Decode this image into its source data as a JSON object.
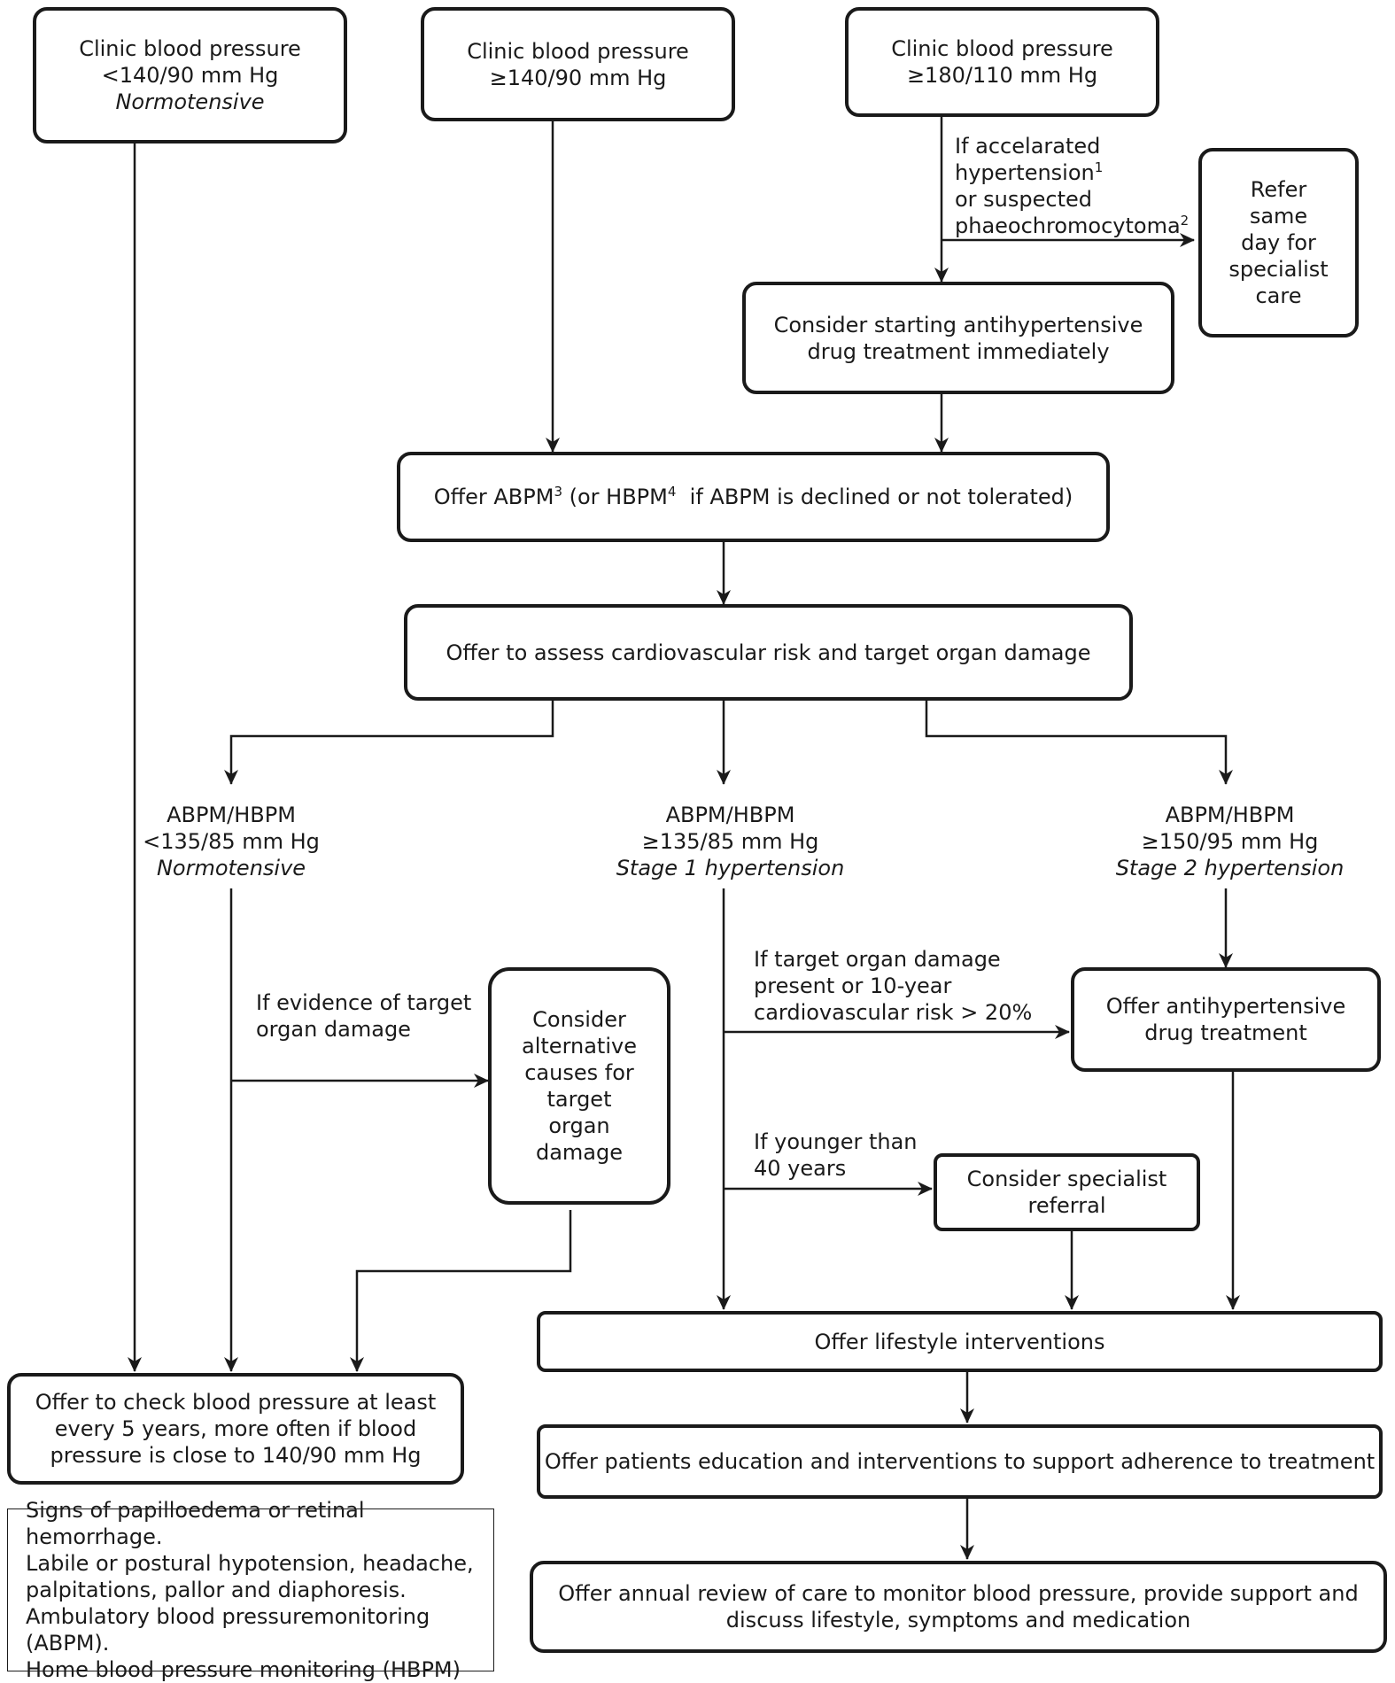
{
  "boxes": {
    "clinic_low": {
      "line1": "Clinic blood pressure",
      "line2": "<140/90 mm Hg",
      "line3": "Normotensive"
    },
    "clinic_mid": {
      "line1": "Clinic blood pressure",
      "line2": "≥140/90 mm Hg"
    },
    "clinic_high": {
      "line1": "Clinic blood pressure",
      "line2": "≥180/110 mm Hg"
    },
    "refer": {
      "lines": [
        "Refer",
        "same",
        "day for",
        "specialist",
        "care"
      ]
    },
    "consider_start": {
      "line1": "Consider starting antihypertensive",
      "line2": "drug treatment immediately"
    },
    "offer_abpm": {
      "part1": "Offer ABPM",
      "sup1": "3",
      "part2": " (or HBPM",
      "sup2": "4",
      "part3": "  if ABPM is declined or not tolerated)"
    },
    "assess_risk": {
      "text": "Offer to assess cardiovascular risk and target organ damage"
    },
    "alt_causes": {
      "lines": [
        "Consider",
        "alternative",
        "causes for",
        "target",
        "organ",
        "damage"
      ]
    },
    "offer_drug": {
      "line1": "Offer antihypertensive",
      "line2": "drug treatment"
    },
    "specialist": {
      "line1": "Consider specialist",
      "line2": "referral"
    },
    "lifestyle": {
      "text": "Offer lifestyle interventions"
    },
    "check_bp": {
      "line1": "Offer to check blood pressure at least",
      "line2": "every 5 years, more often if blood",
      "line3": "pressure is close to 140/90 mm Hg"
    },
    "education": {
      "text": "Offer patients education and interventions to support adherence to treatment"
    },
    "annual": {
      "line1": "Offer annual review of care to monitor blood pressure, provide support and",
      "line2": "discuss lifestyle, symptoms and medication"
    }
  },
  "labels": {
    "accelerated": {
      "line1": "If accelarated",
      "line2": "hypertension",
      "sup2": "1",
      "line3": "or suspected",
      "line4": "phaeochromocytoma",
      "sup4": "2"
    },
    "abpm_low": {
      "line1": "ABPM/HBPM",
      "line2": "<135/85 mm Hg",
      "line3": "Normotensive"
    },
    "abpm_stage1": {
      "line1": "ABPM/HBPM",
      "line2": "≥135/85 mm Hg",
      "line3": "Stage 1 hypertension"
    },
    "abpm_stage2": {
      "line1": "ABPM/HBPM",
      "line2": "≥150/95 mm Hg",
      "line3": "Stage 2 hypertension"
    },
    "evidence_damage": {
      "line1": "If evidence of target",
      "line2": "organ damage"
    },
    "target_damage": {
      "line1": "If target organ damage",
      "line2": "present or 10-year",
      "line3": "cardiovascular risk > 20%"
    },
    "younger": {
      "line1": "If younger than",
      "line2": "40 years"
    }
  },
  "footnotes": [
    "Signs of papilloedema or retinal hemorrhage.",
    "Labile or postural hypotension, headache,",
    "palpitations, pallor and diaphoresis.",
    "Ambulatory blood pressuremonitoring (ABPM).",
    "Home blood pressure monitoring (HBPM)"
  ]
}
